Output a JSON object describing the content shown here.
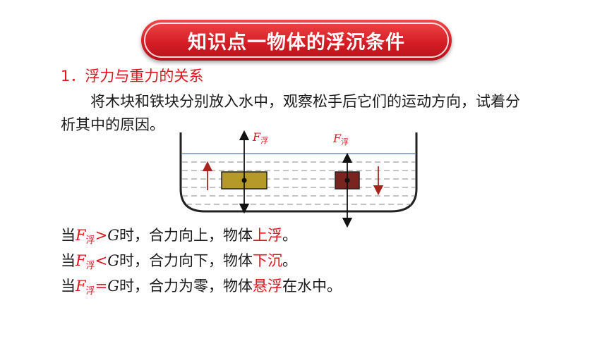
{
  "title": "知识点一物体的浮沉条件",
  "heading": "1．浮力与重力的关系",
  "paragraph": "将木块和铁块分别放入水中，观察松手后它们的运动方向，试着分析其中的原因。",
  "diagram": {
    "force_symbol": "F",
    "force_subscript": "浮",
    "blocks": [
      {
        "name": "木块",
        "color": "#b59a2a",
        "motion": "up"
      },
      {
        "name": "铁块",
        "color": "#7a2420",
        "motion": "down"
      }
    ]
  },
  "conditions": [
    {
      "prefix": "当",
      "f": "F",
      "sub": "浮",
      "op": ">",
      "g": "G",
      "mid": "时，合力向上，物体",
      "result": "上浮",
      "suffix": "。"
    },
    {
      "prefix": "当",
      "f": "F",
      "sub": "浮",
      "op": "<",
      "g": "G",
      "mid": "时，合力向下，物体",
      "result": "下沉",
      "suffix": "。"
    },
    {
      "prefix": "当",
      "f": "F",
      "sub": "浮",
      "op": "=",
      "g": "G",
      "mid": "时，合力为零，物体",
      "result": "悬浮",
      "suffix": "在水中。"
    }
  ]
}
